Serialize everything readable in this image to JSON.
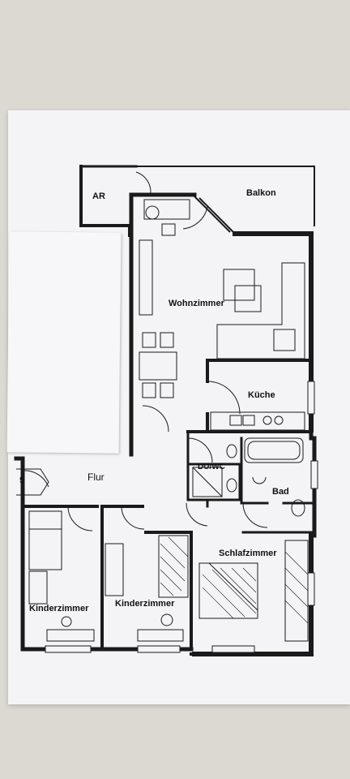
{
  "rooms": {
    "ar": "AR",
    "balkon": "Balkon",
    "wohnzimmer": "Wohnzimmer",
    "kueche": "Küche",
    "flur": "Flur",
    "duwc": "DU/WC",
    "bad": "Bad",
    "schlafzimmer": "Schlafzimmer",
    "kinderzimmer_1": "Kinderzimmer",
    "kinderzimmer_2": "Kinderzimmer"
  },
  "entrance_marker": "5",
  "colors": {
    "background": "#dcd9d2",
    "paper": "#f4f4f6",
    "wall": "#1a1a1a"
  }
}
